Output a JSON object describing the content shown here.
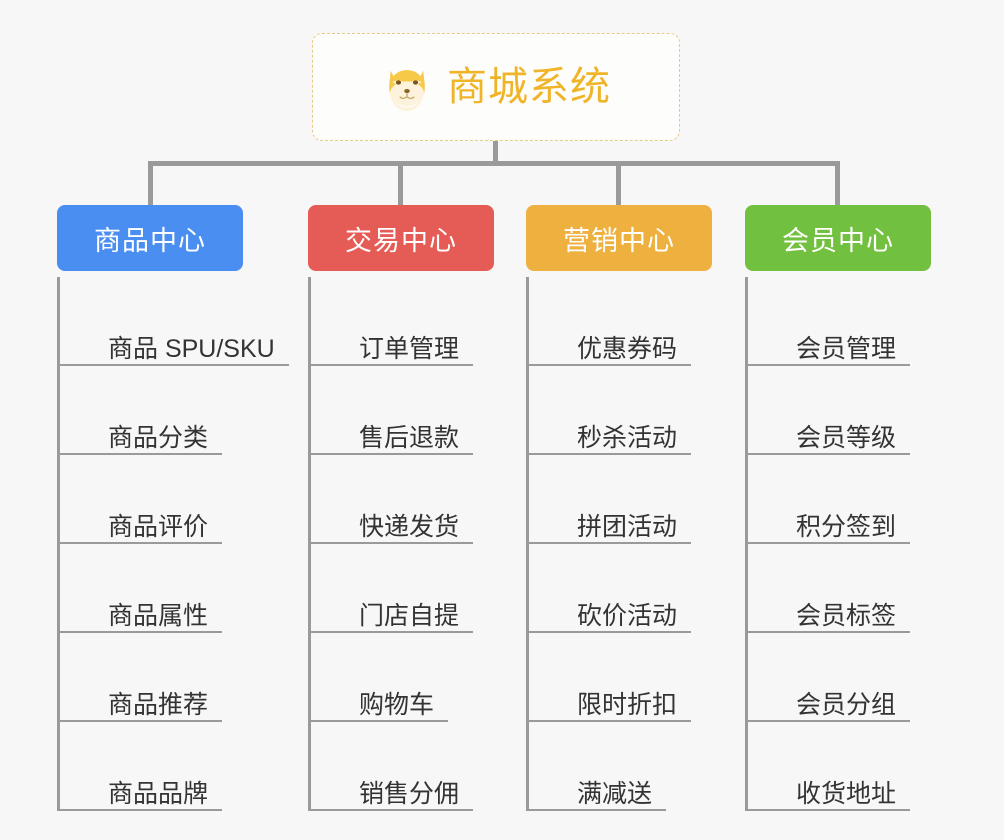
{
  "root": {
    "title": "商城系统",
    "icon": "shiba-dog-face-icon",
    "title_color": "#f0b429",
    "border_color": "#e8c98a"
  },
  "connector_color": "#9a9a9a",
  "background_color": "#f7f7f7",
  "branches": [
    {
      "label": "商品中心",
      "color": "#4a8ef1",
      "items": [
        "商品 SPU/SKU",
        "商品分类",
        "商品评价",
        "商品属性",
        "商品推荐",
        "商品品牌"
      ]
    },
    {
      "label": "交易中心",
      "color": "#e55b55",
      "items": [
        "订单管理",
        "售后退款",
        "快递发货",
        "门店自提",
        "购物车",
        "销售分佣"
      ]
    },
    {
      "label": "营销中心",
      "color": "#eeb03f",
      "items": [
        "优惠券码",
        "秒杀活动",
        "拼团活动",
        "砍价活动",
        "限时折扣",
        "满减送"
      ]
    },
    {
      "label": "会员中心",
      "color": "#72c03f",
      "items": [
        "会员管理",
        "会员等级",
        "积分签到",
        "会员标签",
        "会员分组",
        "收货地址"
      ]
    }
  ]
}
